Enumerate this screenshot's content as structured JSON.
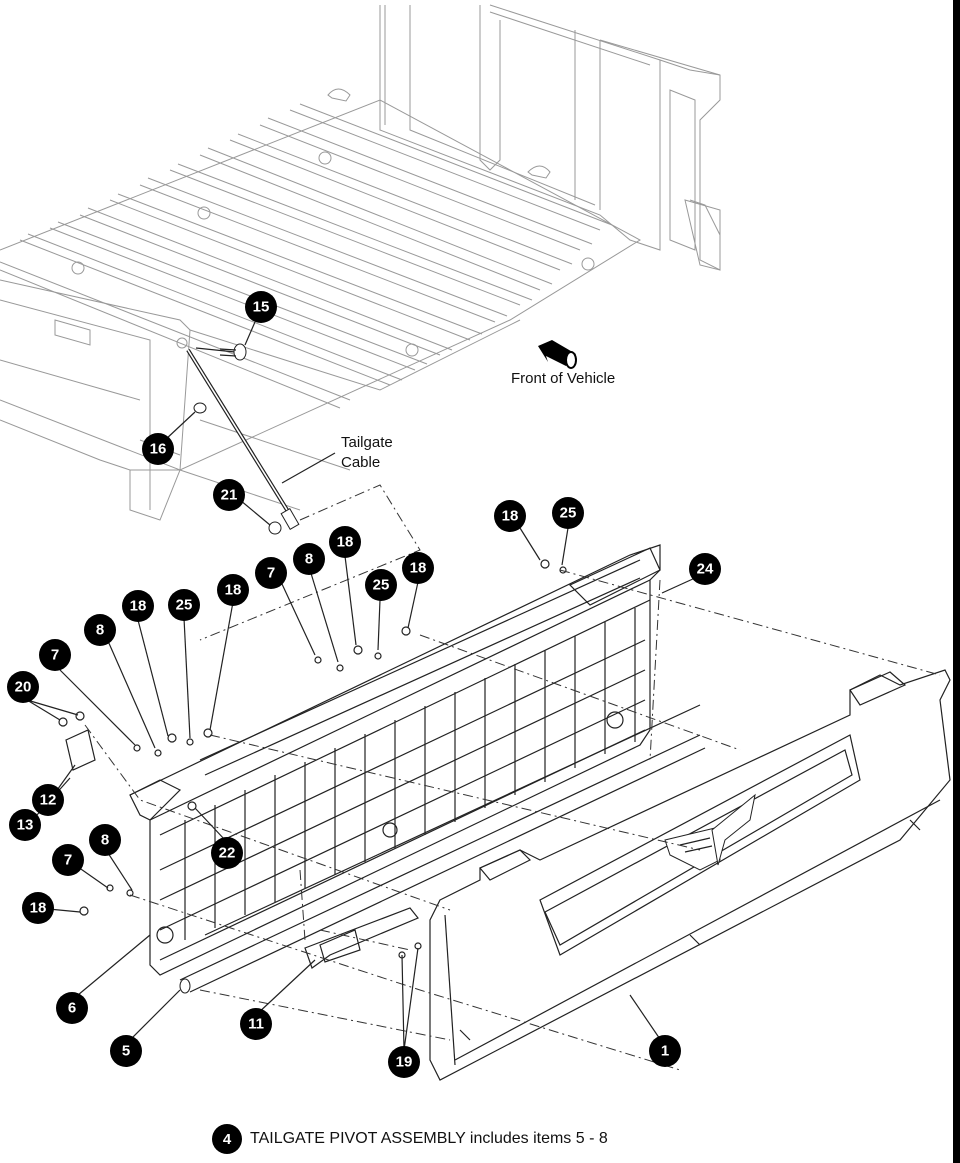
{
  "labels": {
    "front_of_vehicle": "Front of Vehicle",
    "tailgate_cable_line1": "Tailgate",
    "tailgate_cable_line2": "Cable"
  },
  "callouts": {
    "c15": "15",
    "c16": "16",
    "c21": "21",
    "c18a": "18",
    "c25a": "25",
    "c24": "24",
    "c7a": "7",
    "c8a": "8",
    "c18b": "18",
    "c25b": "25",
    "c18c": "18",
    "c8b": "8",
    "c18d": "18",
    "c25c": "25",
    "c18e": "18",
    "c7b": "7",
    "c20": "20",
    "c12": "12",
    "c13": "13",
    "c22": "22",
    "c8c": "8",
    "c7c": "7",
    "c18f": "18",
    "c6": "6",
    "c5": "5",
    "c11": "11",
    "c19": "19",
    "c1": "1"
  },
  "note": {
    "badge": "4",
    "text": "TAILGATE PIVOT ASSEMBLY includes items 5 - 8"
  }
}
